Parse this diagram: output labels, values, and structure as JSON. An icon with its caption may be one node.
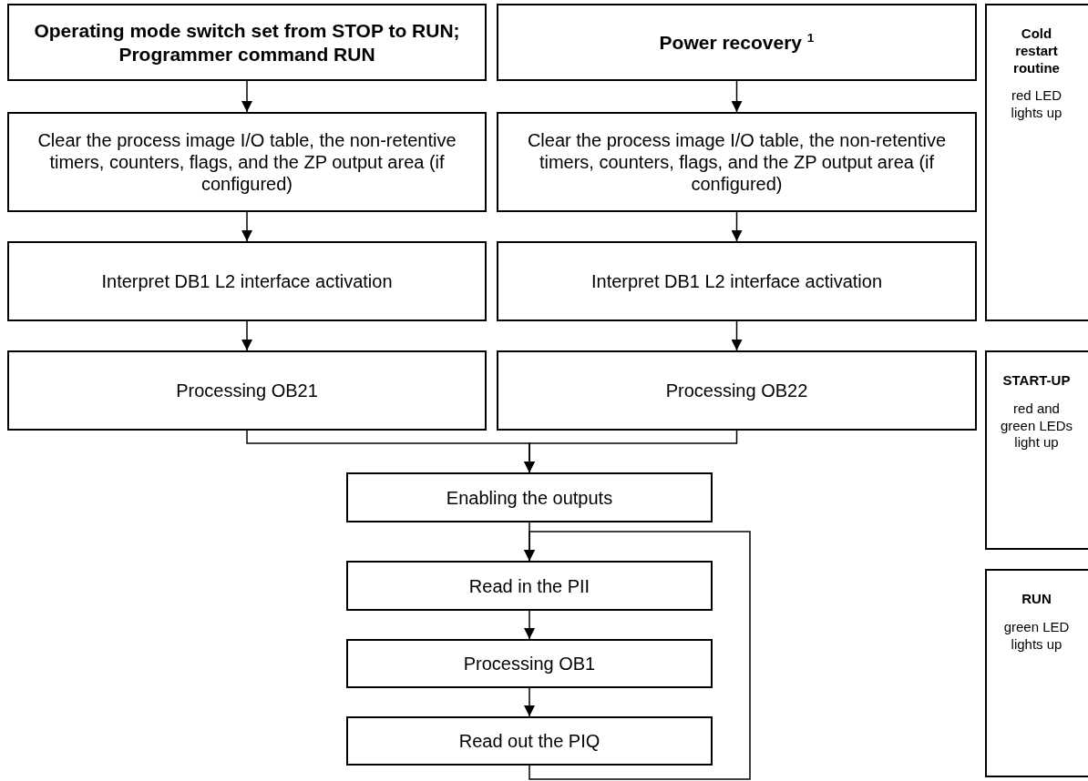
{
  "diagram": {
    "nodes": [
      {
        "text": [
          "Operating mode switch set from STOP to RUN; Programmer command RUN"
        ]
      },
      {
        "text": [
          "Power recovery $^{1}$"
        ]
      },
      {
        "text": [
          "Clear the process image I/O table, the non-retentive timers, counters, flags, and the ZP output area (if configured)"
        ]
      },
      {
        "text": [
          "Clear the process image I/O table, the non-retentive timers, counters, flags, and the ZP output area (if configured)"
        ]
      },
      {
        "text": [
          "Interpret DB1 L2 interface activation"
        ]
      },
      {
        "text": [
          "Interpret DB1 L2 interface activation"
        ]
      },
      {
        "text": [
          "Processing OB21"
        ]
      },
      {
        "text": [
          "Processing OB22"
        ]
      },
      {
        "text": [
          "Enabling the outputs"
        ]
      },
      {
        "text": [
          "Read in the PII"
        ]
      },
      {
        "text": [
          "Processing OB1"
        ]
      },
      {
        "text": [
          "Read out the PIQ"
        ]
      },
      {
        "text": [
          "Cold restart routine",
          "red LED lights up"
        ]
      },
      {
        "text": [
          "START-UP",
          "red and green LEDs light up"
        ]
      },
      {
        "text": [
          "RUN",
          "green LED lights up"
        ]
      }
    ],
    "edges": [
      {
        "from": 0,
        "to": 2,
        "arrow": "to"
      },
      {
        "from": 2,
        "to": 4,
        "arrow": "to"
      },
      {
        "from": 4,
        "to": 6,
        "arrow": "to"
      },
      {
        "from": 1,
        "to": 3,
        "arrow": "to"
      },
      {
        "from": 3,
        "to": 5,
        "arrow": "to"
      },
      {
        "from": 5,
        "to": 7,
        "arrow": "to"
      },
      {
        "from": 6,
        "to": 8,
        "arrow": "to"
      },
      {
        "from": 7,
        "to": 8,
        "arrow": "to"
      },
      {
        "from": 8,
        "to": 9,
        "arrow": "to"
      },
      {
        "from": 9,
        "to": 10,
        "arrow": "to"
      },
      {
        "from": 10,
        "to": 11,
        "arrow": "to"
      },
      {
        "from": 11,
        "to": 9,
        "arrow": "to"
      }
    ]
  }
}
